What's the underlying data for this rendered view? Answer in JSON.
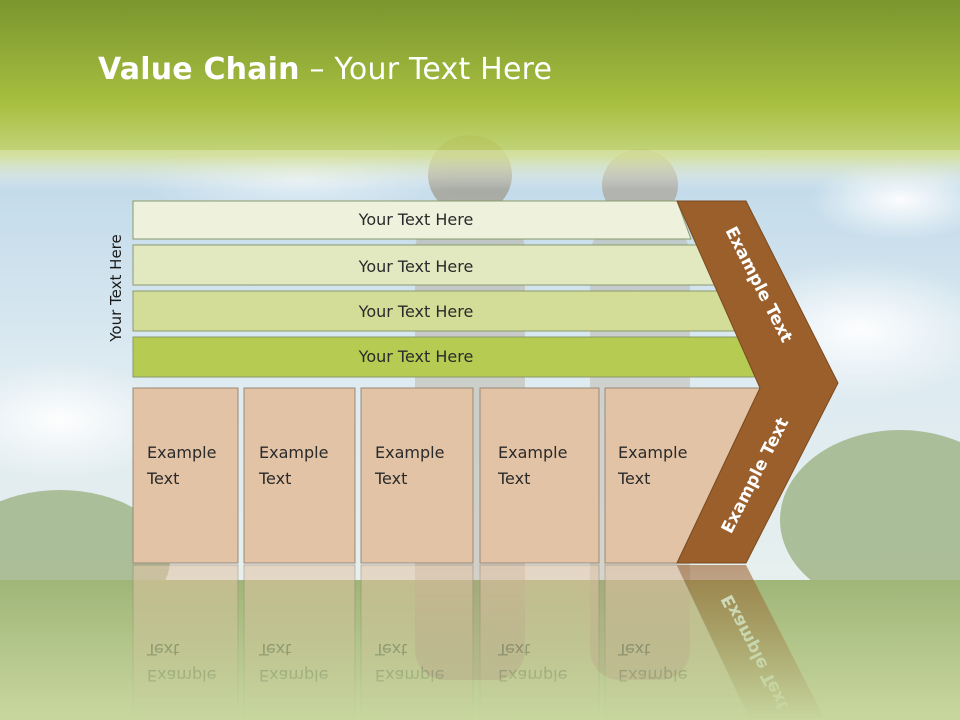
{
  "slide": {
    "title_bold": "Value Chain",
    "title_rest": " – Your Text Here",
    "side_label": "Your Text Here"
  },
  "bars": [
    {
      "label": "Your Text Here",
      "fill": "#eef1dc"
    },
    {
      "label": "Your Text Here",
      "fill": "#e2e8c0"
    },
    {
      "label": "Your Text Here",
      "fill": "#d4dd98"
    },
    {
      "label": "Your Text Here",
      "fill": "#b6cb52"
    }
  ],
  "boxes": [
    {
      "line1": "Example",
      "line2": "Text"
    },
    {
      "line1": "Example",
      "line2": "Text"
    },
    {
      "line1": "Example",
      "line2": "Text"
    },
    {
      "line1": "Example",
      "line2": "Text"
    },
    {
      "line1": "Example",
      "line2": "Text"
    }
  ],
  "chevron": {
    "upper_label": "Example Text",
    "lower_label": "Example Text",
    "fill": "#9b5f2c"
  },
  "colors": {
    "box_fill": "#e2c3a5",
    "header_green": "#95ad3a"
  }
}
